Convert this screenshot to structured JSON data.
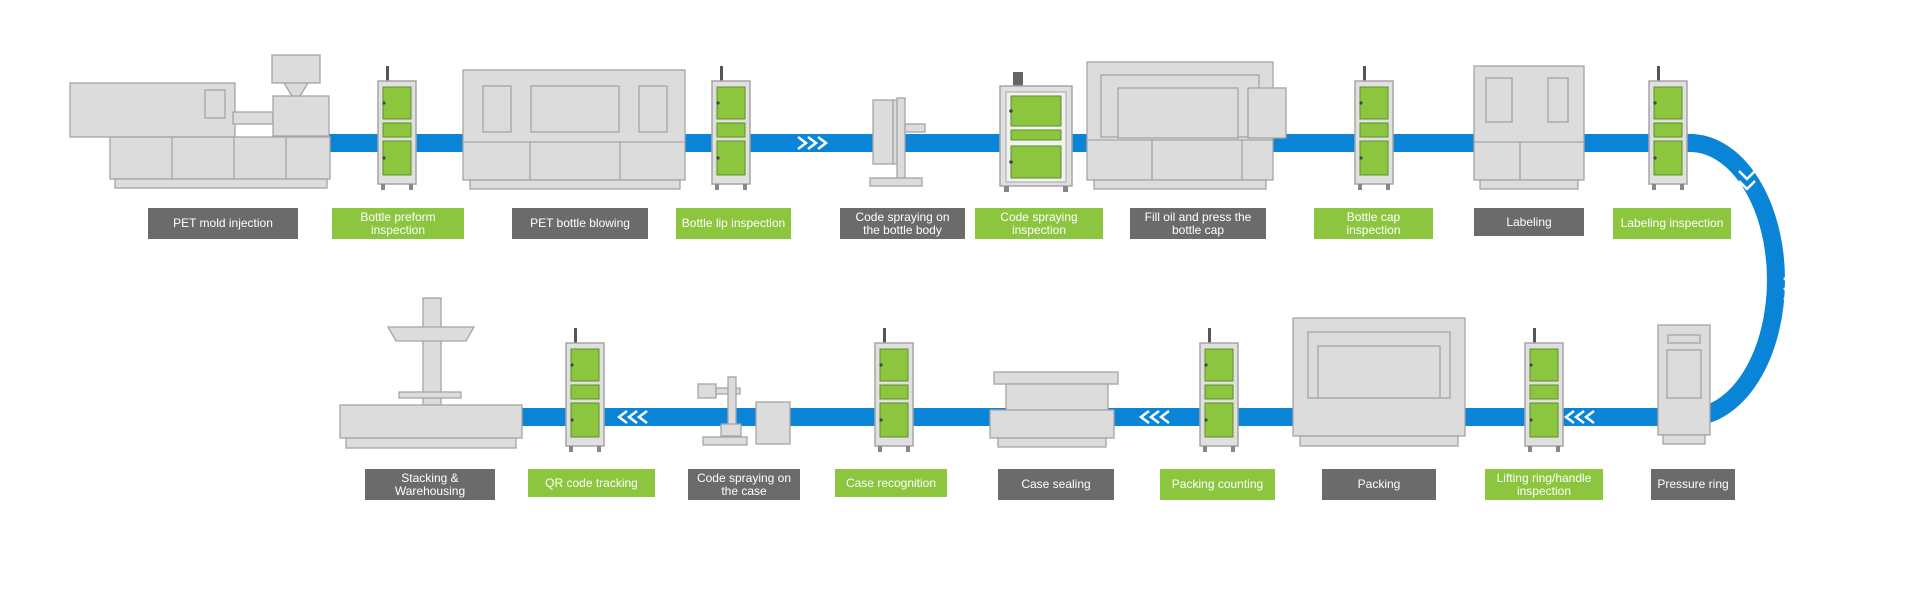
{
  "colors": {
    "belt": "#0a84d6",
    "machine_fill": "#dcdcdc",
    "machine_stroke": "#a5a5a5",
    "inspection_green": "#8cc63f",
    "label_gray": "#6b6b6b",
    "label_green": "#8cc63f",
    "label_text": "#ffffff"
  },
  "flow_direction": "left-to-right on top row, curve down on right, right-to-left on bottom row",
  "stations_top": [
    {
      "label": "PET mold injection",
      "kind": "process",
      "icon": "injection-molding-machine"
    },
    {
      "label": "Bottle preform\ninspection",
      "kind": "inspection",
      "icon": "inspection-cabinet"
    },
    {
      "label": "PET bottle blowing",
      "kind": "process",
      "icon": "bottle-blowing-machine"
    },
    {
      "label": "Bottle lip inspection",
      "kind": "inspection",
      "icon": "inspection-cabinet"
    },
    {
      "label": "Code spraying on\nthe bottle body",
      "kind": "process",
      "icon": "coding-printer"
    },
    {
      "label": "Code spraying\ninspection",
      "kind": "inspection",
      "icon": "inspection-cabinet-large"
    },
    {
      "label": "Fill oil and press the\nbottle cap",
      "kind": "process",
      "icon": "filling-capping-machine"
    },
    {
      "label": "Bottle cap\ninspection",
      "kind": "inspection",
      "icon": "inspection-cabinet"
    },
    {
      "label": "Labeling",
      "kind": "process",
      "icon": "labeling-machine"
    },
    {
      "label": "Labeling inspection",
      "kind": "inspection",
      "icon": "inspection-cabinet"
    }
  ],
  "stations_bottom": [
    {
      "label": "Stacking &\nWarehousing",
      "kind": "process",
      "icon": "stacking-robot"
    },
    {
      "label": "QR code tracking",
      "kind": "inspection",
      "icon": "inspection-cabinet"
    },
    {
      "label": "Code spraying on\nthe case",
      "kind": "process",
      "icon": "case-coding-printer"
    },
    {
      "label": "Case recognition",
      "kind": "inspection",
      "icon": "inspection-cabinet"
    },
    {
      "label": "Case sealing",
      "kind": "process",
      "icon": "case-sealing-machine"
    },
    {
      "label": "Packing counting",
      "kind": "inspection",
      "icon": "inspection-cabinet"
    },
    {
      "label": "Packing",
      "kind": "process",
      "icon": "packing-machine"
    },
    {
      "label": "Lifting ring/handle\ninspection",
      "kind": "inspection",
      "icon": "inspection-cabinet"
    },
    {
      "label": "Pressure ring",
      "kind": "process",
      "icon": "pressure-ring-machine"
    }
  ]
}
